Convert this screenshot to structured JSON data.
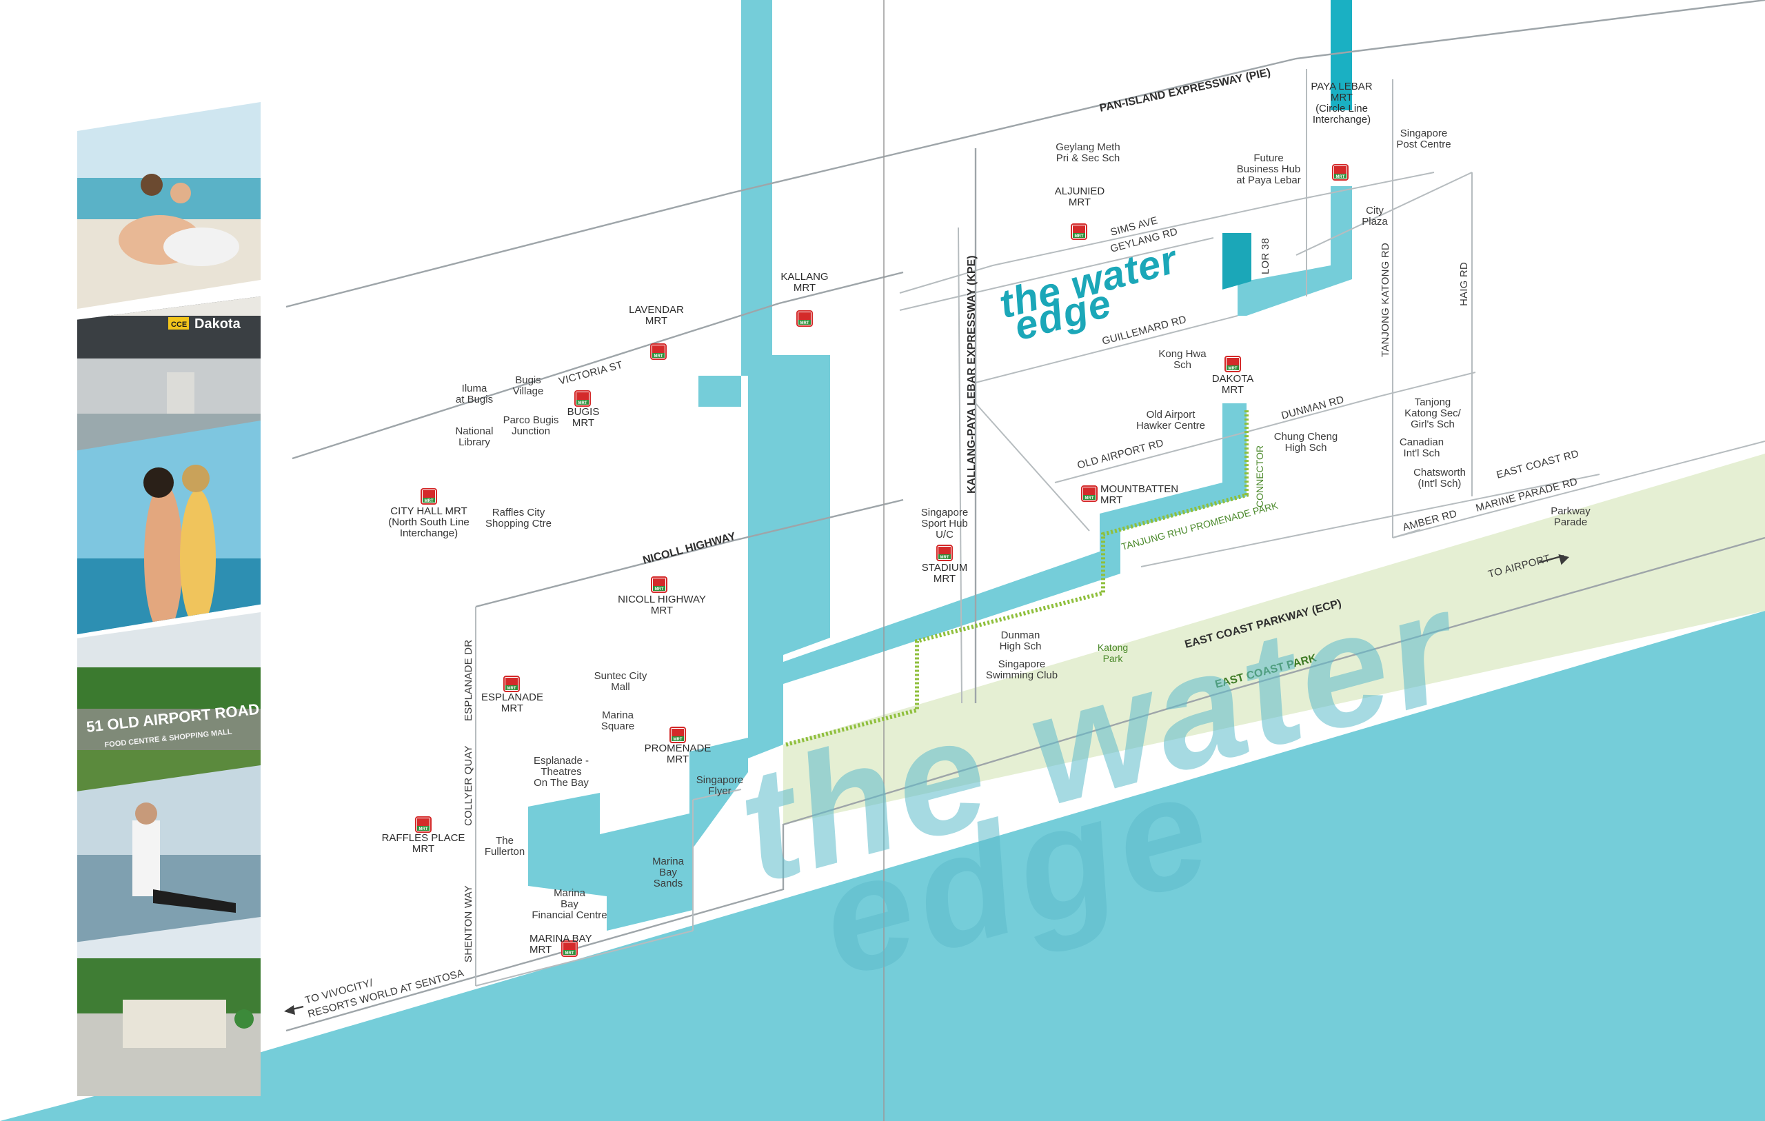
{
  "colors": {
    "water": "#75cdd9",
    "water_dark": "#1ab0c3",
    "park": "#e5efd3",
    "road": "#9ea5a9",
    "connector": "#8fbf3c",
    "brand": "#1ba7b8",
    "mrt_red": "#d42a2a",
    "mrt_green": "#2f8f3a"
  },
  "roads": {
    "pie": "PAN-ISLAND EXPRESSWAY (PIE)",
    "kpe": "KALLANG-PAYA LEBAR EXPRESSWAY (KPE)",
    "ecp": "EAST COAST PARKWAY (ECP)",
    "nicoll": "NICOLL HIGHWAY",
    "victoria": "VICTORIA ST",
    "sims": "SIMS AVE",
    "geylang": "GEYLANG RD",
    "guillemard": "GUILLEMARD RD",
    "lor38": "LOR 38",
    "dunman": "DUNMAN RD",
    "old_airport": "OLD AIRPORT RD",
    "tanjong_katong": "TANJONG KATONG RD",
    "haig": "HAIG RD",
    "east_coast_rd": "EAST COAST RD",
    "marine_parade_rd": "MARINE PARADE RD",
    "amber": "AMBER RD",
    "esplanade_dr": "ESPLANADE DR",
    "collyer_quay": "COLLYER QUAY",
    "shenton_way": "SHENTON WAY",
    "to_airport": "TO AIRPORT",
    "to_vivocity_1": "TO VIVOCITY/",
    "to_vivocity_2": "RESORTS WORLD AT SENTOSA"
  },
  "mrt": {
    "icon_label": "MRT",
    "lavendar": [
      "LAVENDAR",
      "MRT"
    ],
    "kallang": [
      "KALLANG",
      "MRT"
    ],
    "bugis": [
      "BUGIS",
      "MRT"
    ],
    "aljunied": [
      "ALJUNIED",
      "MRT"
    ],
    "paya_lebar": [
      "PAYA LEBAR",
      "MRT",
      "(Circle Line",
      "Interchange)"
    ],
    "dakota": [
      "DAKOTA",
      "MRT"
    ],
    "mountbatten": [
      "MOUNTBATTEN",
      "MRT"
    ],
    "stadium": [
      "STADIUM",
      "MRT"
    ],
    "city_hall": [
      "CITY HALL MRT",
      "(North South Line",
      "Interchange)"
    ],
    "nicoll_highway": [
      "NICOLL HIGHWAY",
      "MRT"
    ],
    "esplanade": [
      "ESPLANADE",
      "MRT"
    ],
    "promenade": [
      "PROMENADE",
      "MRT"
    ],
    "raffles_place": [
      "RAFFLES PLACE",
      "MRT"
    ],
    "marina_bay": [
      "MARINA BAY",
      "MRT"
    ]
  },
  "landmarks": {
    "geylang_meth": [
      "Geylang Meth",
      "Pri & Sec Sch"
    ],
    "future_hub": [
      "Future",
      "Business Hub",
      "at Paya Lebar"
    ],
    "singapore_post": [
      "Singapore",
      "Post Centre"
    ],
    "city_plaza": [
      "City",
      "Plaza"
    ],
    "kong_hwa": [
      "Kong Hwa",
      "Sch"
    ],
    "old_airport_hawker": [
      "Old Airport",
      "Hawker Centre"
    ],
    "chung_cheng": [
      "Chung Cheng",
      "High Sch"
    ],
    "tanjong_katong_sch": [
      "Tanjong",
      "Katong Sec/",
      "Girl's Sch"
    ],
    "canadian": [
      "Canadian",
      "Int'l Sch"
    ],
    "chatsworth": [
      "Chatsworth",
      "(Int'l Sch)"
    ],
    "parkway": [
      "Parkway",
      "Parade"
    ],
    "sport_hub": [
      "Singapore",
      "Sport Hub",
      "U/C"
    ],
    "dunman_high": [
      "Dunman",
      "High Sch"
    ],
    "swimming_club": [
      "Singapore",
      "Swimming Club"
    ],
    "katong_park": [
      "Katong",
      "Park"
    ],
    "iluma": [
      "Iluma",
      "at Bugis"
    ],
    "bugis_village": [
      "Bugis",
      "Village"
    ],
    "parco": [
      "Parco Bugis",
      "Junction"
    ],
    "national_library": [
      "National",
      "Library"
    ],
    "raffles_city": [
      "Raffles City",
      "Shopping Ctre"
    ],
    "suntec": [
      "Suntec City",
      "Mall"
    ],
    "marina_square": [
      "Marina",
      "Square"
    ],
    "esplanade_theatres": [
      "Esplanade -",
      "Theatres",
      "On The Bay"
    ],
    "flyer": [
      "Singapore",
      "Flyer"
    ],
    "fullerton": [
      "The",
      "Fullerton"
    ],
    "mbs": [
      "Marina",
      "Bay",
      "Sands"
    ],
    "mbfc": [
      "Marina",
      "Bay",
      "Financial Centre"
    ]
  },
  "parks": {
    "east_coast_park": "EAST COAST PARK",
    "tanjung_rhu": "TANJUNG RHU PROMENADE PARK",
    "connector": "CONNECTOR"
  },
  "brand": {
    "line1": "the water",
    "line2": "edge"
  },
  "photos": {
    "dakota_sign_letters": "CCE",
    "dakota_sign": "Dakota",
    "food_centre_1": "51 OLD AIRPORT ROAD",
    "food_centre_2": "FOOD CENTRE & SHOPPING MALL"
  }
}
